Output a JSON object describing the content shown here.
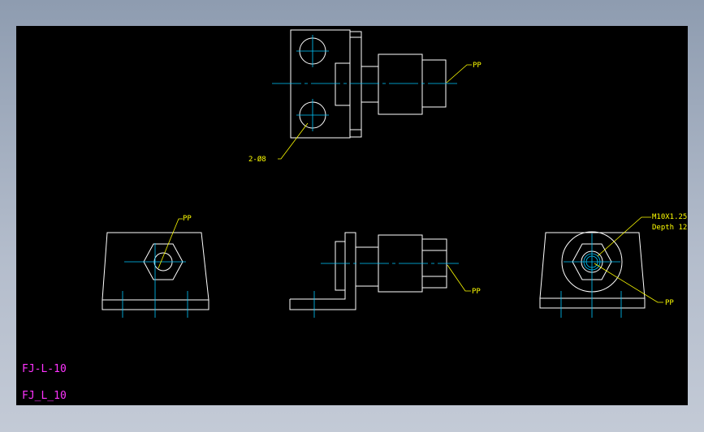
{
  "annotations": {
    "top_view_pp": "PP",
    "holes": "2-Ø8",
    "front_view_pp": "PP",
    "side_view_pp": "PP",
    "thread_line1": "M10X1.25",
    "thread_line2": "Depth 12",
    "right_view_pp": "PP"
  },
  "titles": {
    "part_code": "FJ-L-10",
    "block_name": "FJ_L_10"
  },
  "colors": {
    "background": "#000000",
    "geometry": "#ffffff",
    "centerline": "#00c8ff",
    "leader": "#ffff00",
    "title": "#ff33ff"
  }
}
